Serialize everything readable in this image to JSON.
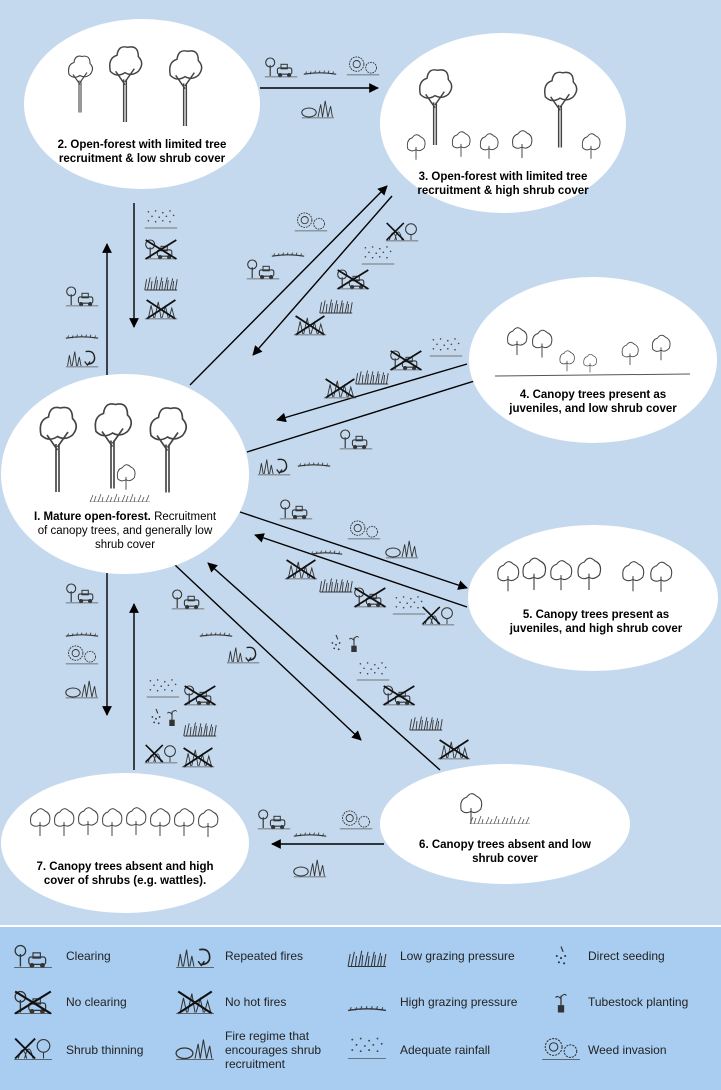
{
  "states": [
    {
      "id": "s1",
      "title_bold": "I. Mature open-forest.",
      "line1_rest": " Recruitment",
      "line2": "of canopy trees, and generally low",
      "line3": "shrub cover"
    },
    {
      "id": "s2",
      "line1": "2. Open-forest with limited tree",
      "line2": "recruitment & low shrub cover"
    },
    {
      "id": "s3",
      "line1": "3. Open-forest with limited tree",
      "line2": "recruitment & high shrub cover"
    },
    {
      "id": "s4",
      "line1": "4. Canopy trees present as",
      "line2": "juveniles, and low shrub cover"
    },
    {
      "id": "s5",
      "line1": "5. Canopy trees present as",
      "line2": "juveniles, and high shrub cover"
    },
    {
      "id": "s6",
      "line1": "6. Canopy trees absent and low",
      "line2": "shrub cover"
    },
    {
      "id": "s7",
      "line1": "7. Canopy trees absent and high",
      "line2": "cover of shrubs (e.g. wattles)."
    }
  ],
  "legend": {
    "clearing": "Clearing",
    "no_clearing": "No clearing",
    "shrub_thinning": "Shrub thinning",
    "repeated_fires": "Repeated fires",
    "no_hot_fires": "No hot fires",
    "fire_regime_l1": "Fire regime that",
    "fire_regime_l2": "encourages shrub",
    "fire_regime_l3": "recruitment",
    "low_grazing": "Low grazing pressure",
    "high_grazing": "High grazing pressure",
    "adequate_rainfall": "Adequate rainfall",
    "direct_seeding": "Direct seeding",
    "tubestock_planting": "Tubestock planting",
    "weed_invasion": "Weed invasion"
  }
}
